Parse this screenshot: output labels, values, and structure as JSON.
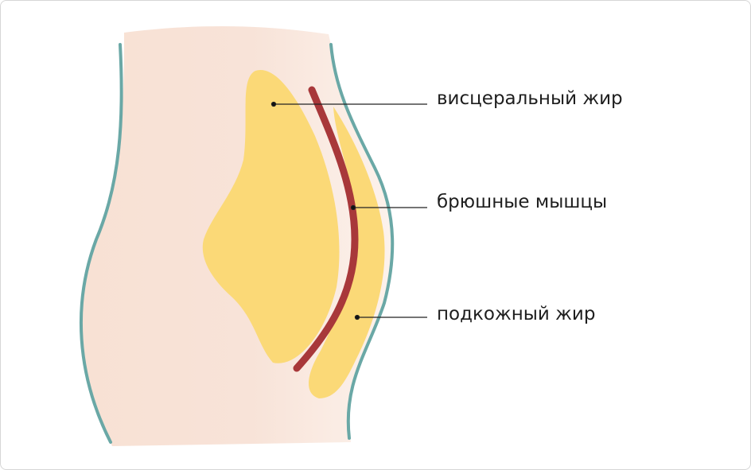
{
  "labels": {
    "visceral_fat": "висцеральный жир",
    "abdominal_muscles": "брюшные мышцы",
    "subcutaneous_fat": "подкожный жир"
  },
  "colors": {
    "skin": "#f8e2d6",
    "fat": "#fbd977",
    "muscle": "#a8383a",
    "outline": "#6aa8a6",
    "leader": "#222222"
  }
}
